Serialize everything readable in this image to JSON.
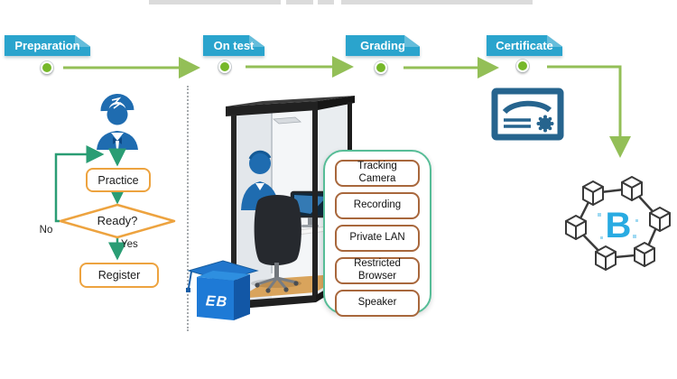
{
  "colors": {
    "tag_teal": "#2aa4cd",
    "arrow_green": "#93bf57",
    "dot_green": "#76b82a",
    "flow_teal": "#2a9d74",
    "flow_orange": "#eda33f",
    "panel_green": "#57bd97",
    "feature_brown": "#a8673c",
    "certificate_blue": "#26648e",
    "person_blue": "#1f6cb0",
    "blockchain_blue": "#29abe2"
  },
  "stages": {
    "items": [
      {
        "label": "Preparation"
      },
      {
        "label": "On test"
      },
      {
        "label": "Grading"
      },
      {
        "label": "Certificate"
      }
    ]
  },
  "flowchart": {
    "practice_label": "Practice",
    "decision_label": "Ready?",
    "no_label": "No",
    "yes_label": "Yes",
    "register_label": "Register"
  },
  "booth": {
    "logo_text": "EB"
  },
  "features": {
    "items": [
      "Tracking Camera",
      "Recording",
      "Private LAN",
      "Restricted Browser",
      "Speaker"
    ]
  },
  "blockchain": {
    "center_letter": "B"
  }
}
